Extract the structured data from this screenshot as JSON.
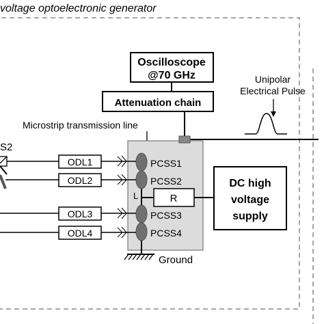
{
  "title": "voltage optoelectronic generator",
  "oscilloscope": {
    "line1": "Oscilloscope",
    "line2": "@70 GHz"
  },
  "attenuation": "Attenuation chain",
  "pulse_label": {
    "line1": "Unipolar",
    "line2": "Electrical Pulse"
  },
  "microstrip": "Microstrip transmission line",
  "s2": "S2",
  "odl": [
    "ODL1",
    "ODL2",
    "ODL3",
    "ODL4"
  ],
  "pcss": [
    "PCSS1",
    "PCSS2",
    "PCSS3",
    "PCSS4"
  ],
  "inductor": "L",
  "resistor": "R",
  "dc_supply": {
    "line1": "DC high",
    "line2": "voltage",
    "line3": "supply"
  },
  "ground": "Ground",
  "colors": {
    "line": "#000000",
    "dashed": "#888888",
    "board": "#dcdcdc",
    "switch": "#707070"
  }
}
